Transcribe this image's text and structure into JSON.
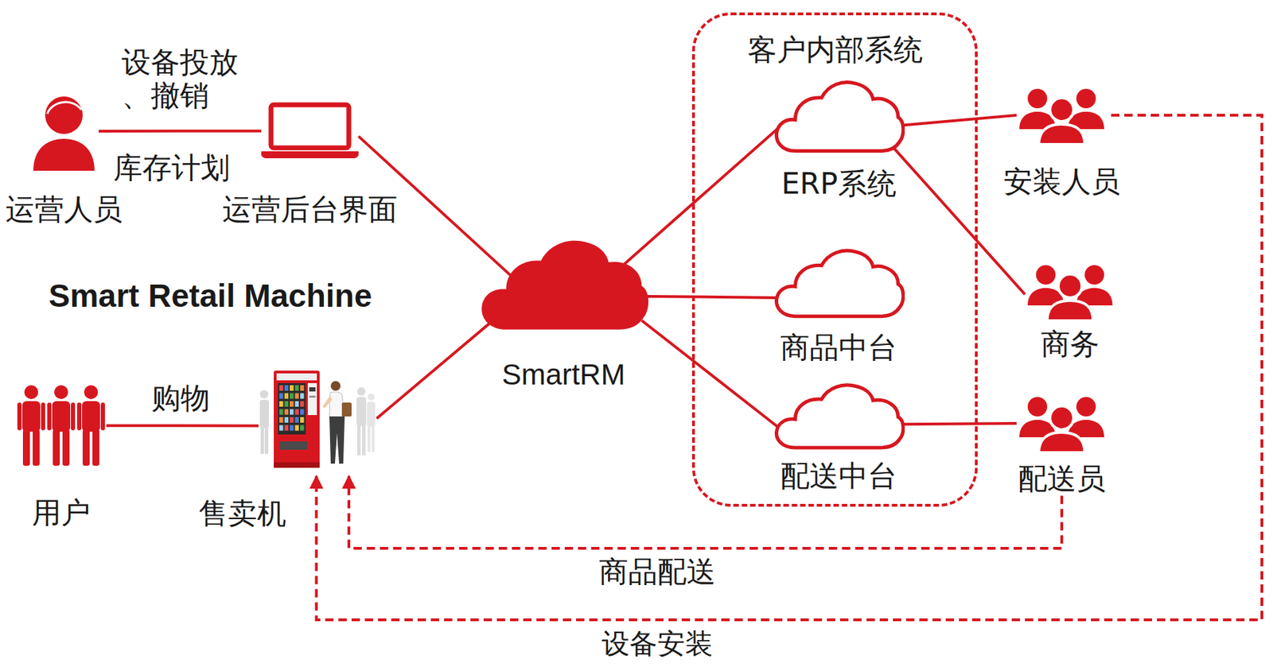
{
  "diagram": {
    "title": "Smart Retail Machine",
    "nodes": [
      {
        "text": [
          "运营人员"
        ]
      },
      {
        "text": [
          "运营后台界面"
        ]
      },
      {
        "text": [
          "SmartRM"
        ]
      },
      {
        "text": [
          "客户内部系统"
        ]
      },
      {
        "text": [
          "ERP系统"
        ],
        "in": 3
      },
      {
        "text": [
          "商品中台"
        ],
        "in": 3
      },
      {
        "text": [
          "配送中台"
        ],
        "in": 3
      },
      {
        "text": [
          "安装人员"
        ]
      },
      {
        "text": [
          "商务"
        ]
      },
      {
        "text": [
          "配送员"
        ]
      },
      {
        "text": [
          "用户"
        ]
      },
      {
        "text": [
          "售卖机"
        ]
      }
    ],
    "edges": [
      {
        "from": 0,
        "to": 1,
        "arrow": "none",
        "label": "设备投放 、撤销"
      },
      {
        "from": 1,
        "to": 2,
        "arrow": "none"
      },
      {
        "from": 11,
        "to": 2,
        "arrow": "none"
      },
      {
        "from": 2,
        "to": 4,
        "arrow": "none"
      },
      {
        "from": 2,
        "to": 5,
        "arrow": "none"
      },
      {
        "from": 2,
        "to": 6,
        "arrow": "none"
      },
      {
        "from": 4,
        "to": 7,
        "arrow": "none"
      },
      {
        "from": 4,
        "to": 8,
        "arrow": "none"
      },
      {
        "from": 6,
        "to": 9,
        "arrow": "none"
      },
      {
        "from": 10,
        "to": 11,
        "arrow": "none",
        "label": "购物"
      },
      {
        "from": 9,
        "to": 11,
        "arrow": "to",
        "label": "商品配送"
      },
      {
        "from": 7,
        "to": 11,
        "arrow": "to",
        "label": "设备安装"
      }
    ],
    "labels": [
      "库存计划"
    ]
  }
}
